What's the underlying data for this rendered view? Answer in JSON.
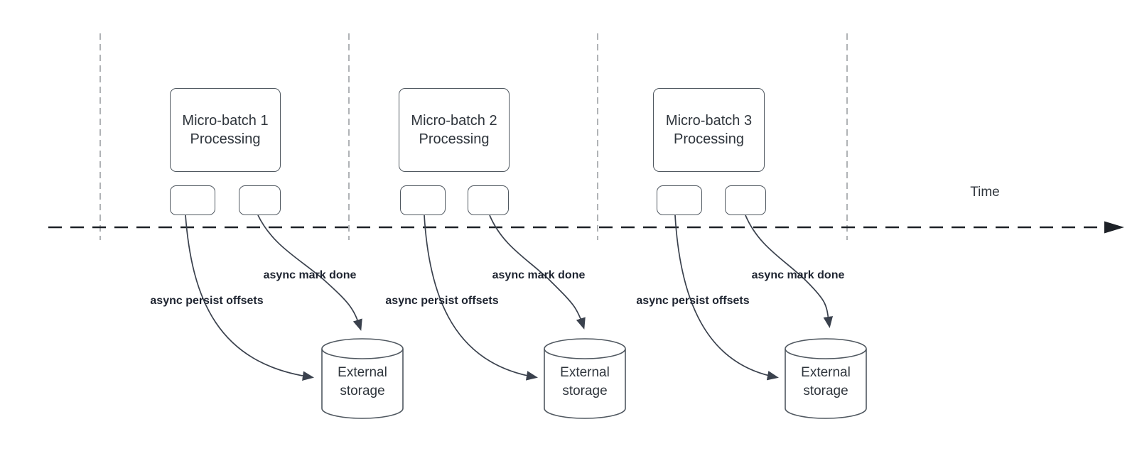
{
  "diagram": {
    "time_label": "Time",
    "groups": [
      {
        "title": "Micro-batch 1",
        "subtitle": "Processing",
        "persist_label": "async persist offsets",
        "done_label": "async mark done",
        "storage_label": "External storage"
      },
      {
        "title": "Micro-batch 2",
        "subtitle": "Processing",
        "persist_label": "async persist offsets",
        "done_label": "async mark done",
        "storage_label": "External storage"
      },
      {
        "title": "Micro-batch 3",
        "subtitle": "Processing",
        "persist_label": "async persist offsets",
        "done_label": "async mark done",
        "storage_label": "External storage"
      }
    ]
  },
  "colors": {
    "background": "#ffffff",
    "timeline": "#1d2127",
    "guide": "#b0b3b6",
    "shape_border": "#505860",
    "arrow": "#3a414d",
    "text": "#2f353c",
    "label": "#1e2430"
  }
}
